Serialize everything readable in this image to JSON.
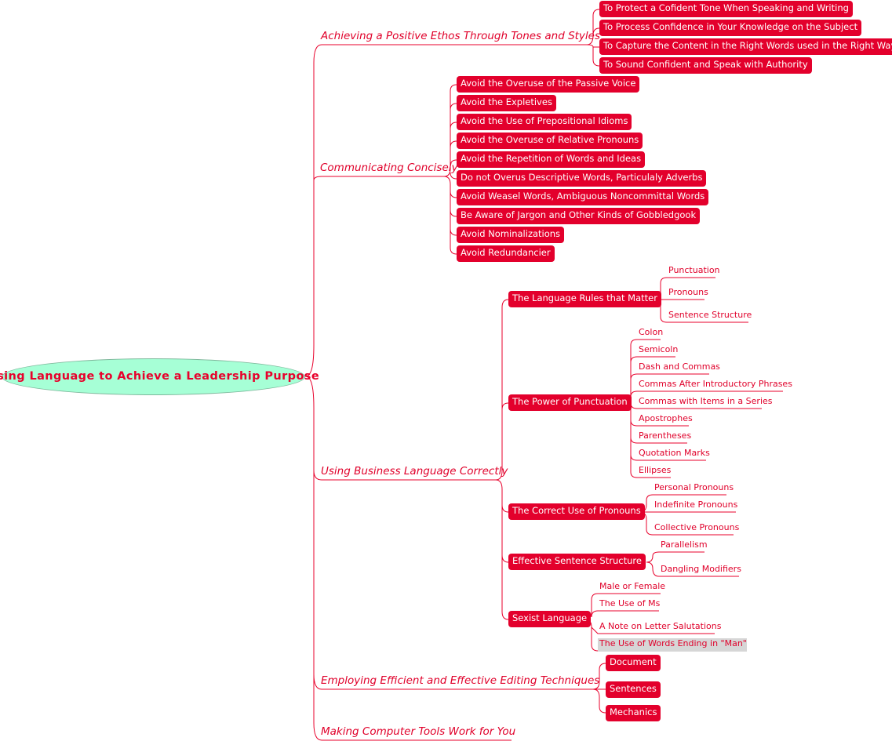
{
  "root": "Using Language to Achieve a Leadership Purpose",
  "ethos": {
    "title": "Achieving a Positive Ethos Through Tones and Styles",
    "items": [
      "To Protect a Cofident Tone When Speaking and Writing",
      "To Process Confidence in Your Knowledge on the Subject",
      "To Capture the Content in the Right Words used in the Right Way",
      "To Sound Confident and Speak with Authority"
    ]
  },
  "concise": {
    "title": "Communicating Concisely",
    "items": [
      "Avoid the Overuse of the Passive Voice",
      "Avoid the Expletives",
      "Avoid the Use of  Prepositional Idioms",
      "Avoid the Overuse of Relative Pronouns",
      "Avoid the Repetition of Words and Ideas",
      "Do not Overus Descriptive Words, Particulaly Adverbs",
      "Avoid Weasel Words, Ambiguous Noncommittal Words",
      "Be Aware of Jargon and Other Kinds of Gobbledgook",
      "Avoid Nominalizations",
      "Avoid Redundancier"
    ]
  },
  "business": {
    "title": "Using Business Language Correctly",
    "rules": {
      "label": "The Language Rules that Matter",
      "items": [
        "Punctuation",
        "Pronouns",
        "Sentence Structure"
      ]
    },
    "punctuation": {
      "label": "The Power of Punctuation",
      "items": [
        "Colon",
        "Semicoln",
        "Dash and Commas",
        "Commas After Introductory Phrases",
        "Commas with Items in a Series",
        "Apostrophes",
        "Parentheses",
        "Quotation Marks",
        "Ellipses"
      ]
    },
    "pronouns": {
      "label": "The Correct Use of Pronouns",
      "items": [
        "Personal Pronouns",
        "Indefinite Pronouns",
        "Collective Pronouns"
      ]
    },
    "sentence": {
      "label": "Effective Sentence Structure",
      "items": [
        "Parallelism",
        "Dangling Modifiers"
      ]
    },
    "sexist": {
      "label": "Sexist Language",
      "items": [
        "Male or Female",
        "The Use of Ms",
        "A Note on Letter Salutations",
        "The Use of  Words Ending in \"Man\""
      ]
    }
  },
  "editing": {
    "title": "Employing Efficient and Effective Editing Techniques",
    "items": [
      "Document",
      "Sentences",
      "Mechanics"
    ]
  },
  "tools": {
    "title": "Making Computer Tools Work for You"
  },
  "colors": {
    "line": "#e8002b",
    "root_fill": "#a6ffd6",
    "pill_fill": "#e3002c",
    "selected": "#d6d6d6"
  }
}
